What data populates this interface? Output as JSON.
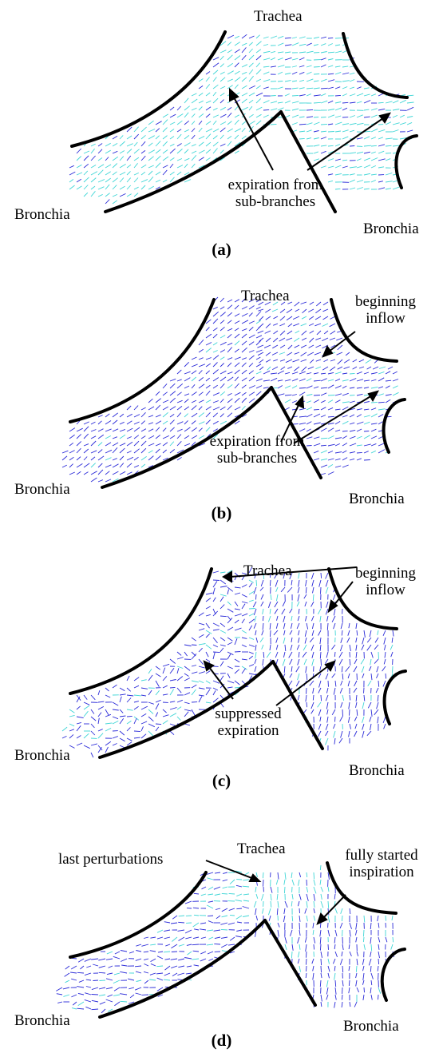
{
  "panels": [
    {
      "id": "a",
      "sublabel": "(a)",
      "trachea": "Trachea",
      "bronchia_left": "Bronchia",
      "bronchia_right": "Bronchia",
      "annotations": [
        {
          "text": "expiration from\nsub-branches",
          "lines": [
            "expiration from",
            "sub-branches"
          ]
        }
      ]
    },
    {
      "id": "b",
      "sublabel": "(b)",
      "trachea": "Trachea",
      "bronchia_left": "Bronchia",
      "bronchia_right": "Bronchia",
      "annotations": [
        {
          "lines": [
            "beginning",
            "inflow"
          ]
        },
        {
          "lines": [
            "expiration from",
            "sub-branches"
          ]
        }
      ]
    },
    {
      "id": "c",
      "sublabel": "(c)",
      "trachea": "Trachea",
      "bronchia_left": "Bronchia",
      "bronchia_right": "Bronchia",
      "annotations": [
        {
          "lines": [
            "beginning",
            "inflow"
          ]
        },
        {
          "lines": [
            "suppressed",
            "expiration"
          ]
        }
      ]
    },
    {
      "id": "d",
      "sublabel": "(d)",
      "trachea": "Trachea",
      "bronchia_left": "Bronchia",
      "bronchia_right": "Bronchia",
      "annotations": [
        {
          "lines": [
            "last perturbations"
          ]
        },
        {
          "lines": [
            "fully started",
            "inspiration"
          ]
        }
      ]
    }
  ],
  "colors": {
    "vector_blue": "#2a2ad8",
    "vector_cyan": "#3fd6d6",
    "wall": "#000000"
  }
}
